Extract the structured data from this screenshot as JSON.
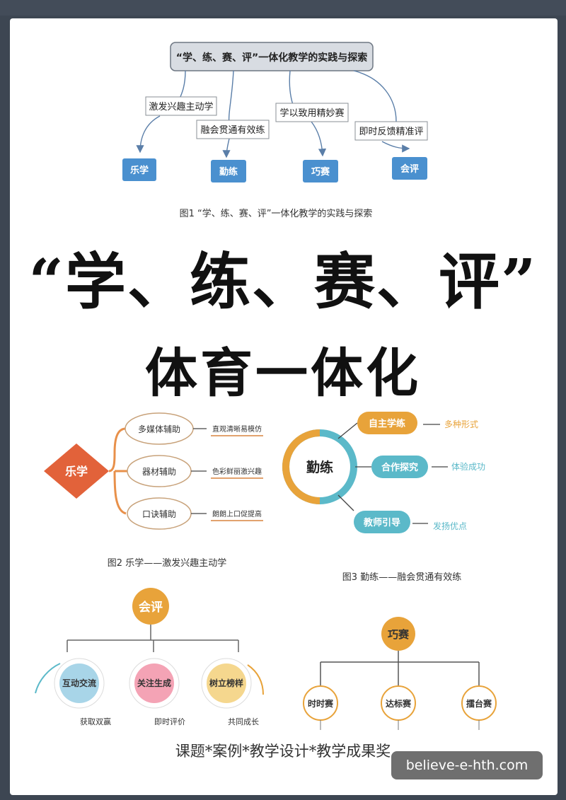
{
  "fig1": {
    "root": "“学、练、赛、评”一体化教学的实践与探索",
    "branches": [
      {
        "label": "激发兴趣主动学",
        "target": "乐学"
      },
      {
        "label": "融会贯通有效练",
        "target": "勤练"
      },
      {
        "label": "学以致用精妙赛",
        "target": "巧赛"
      },
      {
        "label": "即时反馈精准评",
        "target": "会评"
      }
    ],
    "caption": "图1 “学、练、赛、评”一体化教学的实践与探索"
  },
  "headline": {
    "line1": "“学、练、赛、评”",
    "line2": "体育一体化"
  },
  "fig2": {
    "center": "乐学",
    "items": [
      {
        "label": "多媒体辅助",
        "note": "直观清晰易模仿"
      },
      {
        "label": "器材辅助",
        "note": "色彩鲜丽激兴趣"
      },
      {
        "label": "口诀辅助",
        "note": "朗朗上口促提高"
      }
    ],
    "caption": "图2 乐学——激发兴趣主动学"
  },
  "fig3": {
    "center": "勤练",
    "items": [
      {
        "label": "自主学练",
        "note": "多种形式"
      },
      {
        "label": "合作探究",
        "note": "体验成功"
      },
      {
        "label": "教师引导",
        "note": "发扬优点"
      }
    ],
    "caption": "图3 勤练——融会贯通有效练"
  },
  "fig4": {
    "root": "会评",
    "items": [
      {
        "label": "互动交流",
        "note": "获取双赢"
      },
      {
        "label": "关注生成",
        "note": "即时评价"
      },
      {
        "label": "树立榜样",
        "note": "共同成长"
      }
    ]
  },
  "fig5": {
    "root": "巧赛",
    "items": [
      "时时赛",
      "达标赛",
      "擂台赛"
    ]
  },
  "footer": "课题*案例*教学设计*教学成果奖",
  "watermark": "believe-e-hth.com",
  "colors": {
    "blue": "#4a90cf",
    "orange": "#e8a33a",
    "red": "#e2623a",
    "teal": "#5bb9c9",
    "brown": "#d9843f"
  }
}
